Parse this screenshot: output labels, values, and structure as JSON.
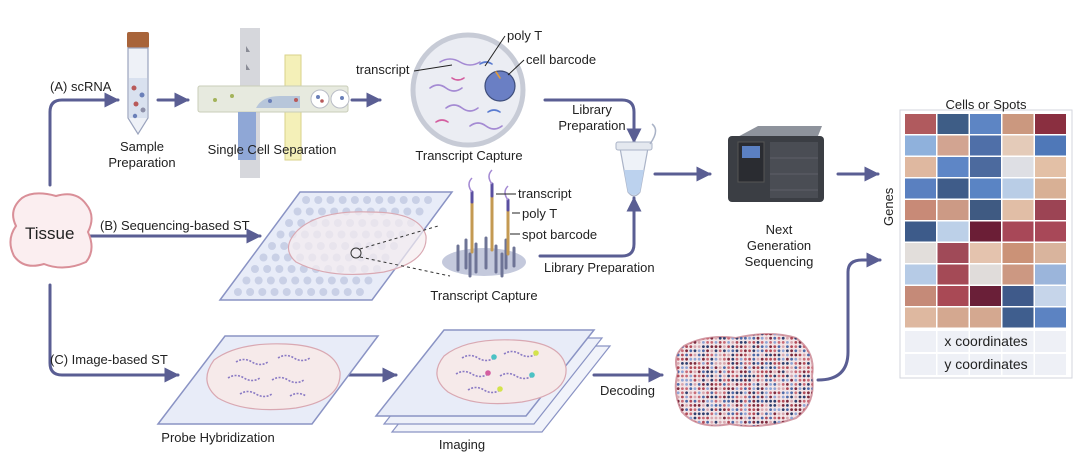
{
  "tissue": {
    "label": "Tissue"
  },
  "branch_a": {
    "label": "(A) scRNA",
    "sample_label_line1": "Sample",
    "sample_label_line2": "Preparation",
    "separation_label": "Single Cell Separation",
    "capture_label": "Transcript Capture",
    "callout_poly_t": "poly T",
    "callout_transcript": "transcript",
    "callout_cell_barcode": "cell barcode",
    "library_line1": "Library",
    "library_line2": "Preparation"
  },
  "branch_b": {
    "label": "(B) Sequencing-based ST",
    "callout_transcript": "transcript",
    "callout_poly_t": "poly T",
    "callout_spot_barcode": "spot barcode",
    "capture_label": "Transcript Capture",
    "library_label": "Library Preparation"
  },
  "branch_c": {
    "label": "(C) Image-based ST",
    "probe_label": "Probe Hybridization",
    "imaging_label": "Imaging",
    "decoding_label": "Decoding"
  },
  "ngs": {
    "line1": "Next",
    "line2": "Generation",
    "line3": "Sequencing"
  },
  "matrix": {
    "title": "Cells or Spots",
    "ylabel": "Genes",
    "x_row": "x coordinates",
    "y_row": "y coordinates",
    "cell_colors": [
      [
        "#b05a5e",
        "#3e5d86",
        "#5d85c4",
        "#cb987f",
        "#8a2f40"
      ],
      [
        "#8fb1dc",
        "#d2a491",
        "#4f6fa8",
        "#e4cbb9",
        "#4f78b8"
      ],
      [
        "#dfb8a0",
        "#5e86c6",
        "#4c6a9e",
        "#dedfe4",
        "#e3c0a6"
      ],
      [
        "#5a80c0",
        "#3f5c89",
        "#5a84c4",
        "#b9cde6",
        "#d8b095"
      ],
      [
        "#c88a77",
        "#cc9a85",
        "#3f5a82",
        "#e1bea6",
        "#9c4454"
      ],
      [
        "#3d5b8a",
        "#bcd0e8",
        "#6b1e36",
        "#a84858",
        "#a84858"
      ],
      [
        "#e2dedb",
        "#a04a58",
        "#e4c3ae",
        "#cb9277",
        "#d9b49d"
      ],
      [
        "#b6cbe6",
        "#a44a56",
        "#e0dcda",
        "#cc9882",
        "#9bb5db"
      ],
      [
        "#c58a78",
        "#a94955",
        "#6a1f38",
        "#3f5a8a",
        "#c6d5ea"
      ],
      [
        "#deb8a0",
        "#d4a890",
        "#d4a890",
        "#3f5e8e",
        "#5c83c2"
      ]
    ]
  },
  "colors": {
    "arrow": "#5a5e93",
    "tissue_fill": "#fbeef0",
    "tissue_stroke": "#d98f98",
    "slide_fill": "#e8ecf8",
    "slide_stroke": "#8a93c4"
  }
}
